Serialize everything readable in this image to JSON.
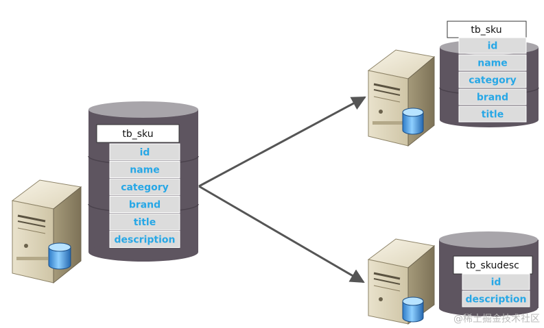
{
  "source": {
    "table": "tb_sku",
    "fields": [
      "id",
      "name",
      "category",
      "brand",
      "title",
      "description"
    ]
  },
  "target_top": {
    "table": "tb_sku",
    "fields": [
      "id",
      "name",
      "category",
      "brand",
      "title"
    ]
  },
  "target_bottom": {
    "table": "tb_skudesc",
    "fields": [
      "id",
      "description"
    ]
  },
  "watermark": "@稀土掘金技术社区",
  "colors": {
    "cylinder_body": "#5e5560",
    "cylinder_top": "#a8a5aa",
    "field_fill": "#dcdcdc",
    "field_text": "#27a7e6",
    "arrow": "#555555"
  }
}
